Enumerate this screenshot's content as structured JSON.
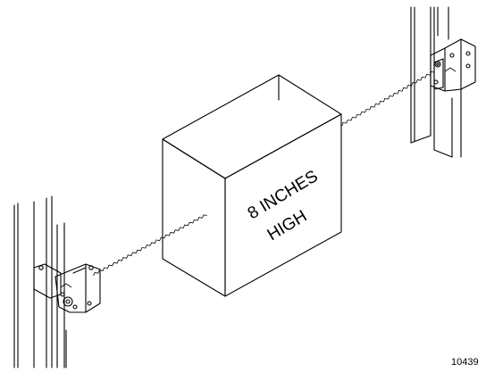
{
  "box_label": {
    "line1": "8 INCHES",
    "line2": "HIGH"
  },
  "figure_number": "10439"
}
